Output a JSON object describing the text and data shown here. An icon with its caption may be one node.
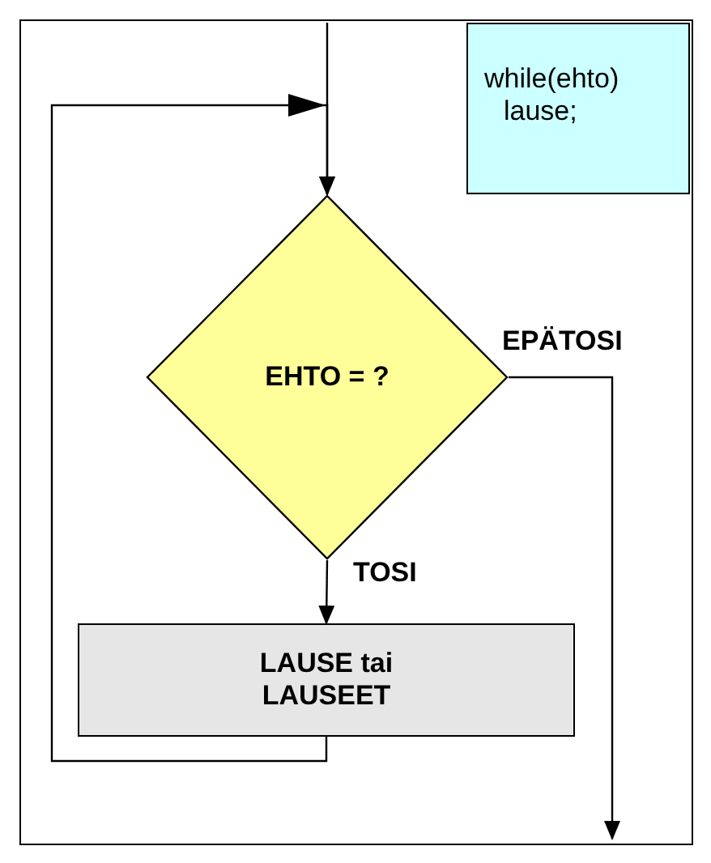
{
  "diagram": {
    "nodes": [
      {
        "text": [
          "while(ehto)",
          "lause;"
        ]
      },
      {
        "text": [
          "EHTO = ?"
        ]
      },
      {
        "text": [
          "LAUSE tai LAUSEET"
        ]
      }
    ],
    "edges": [
      {
        "from": null,
        "to": 1,
        "arrow": "to"
      },
      {
        "from": 2,
        "to": 1,
        "arrow": "to"
      },
      {
        "from": 1,
        "to": 2,
        "arrow": "to",
        "label": "TOSI"
      },
      {
        "from": 1,
        "to": null,
        "arrow": "to",
        "label": "EPÄTOSI"
      }
    ]
  }
}
